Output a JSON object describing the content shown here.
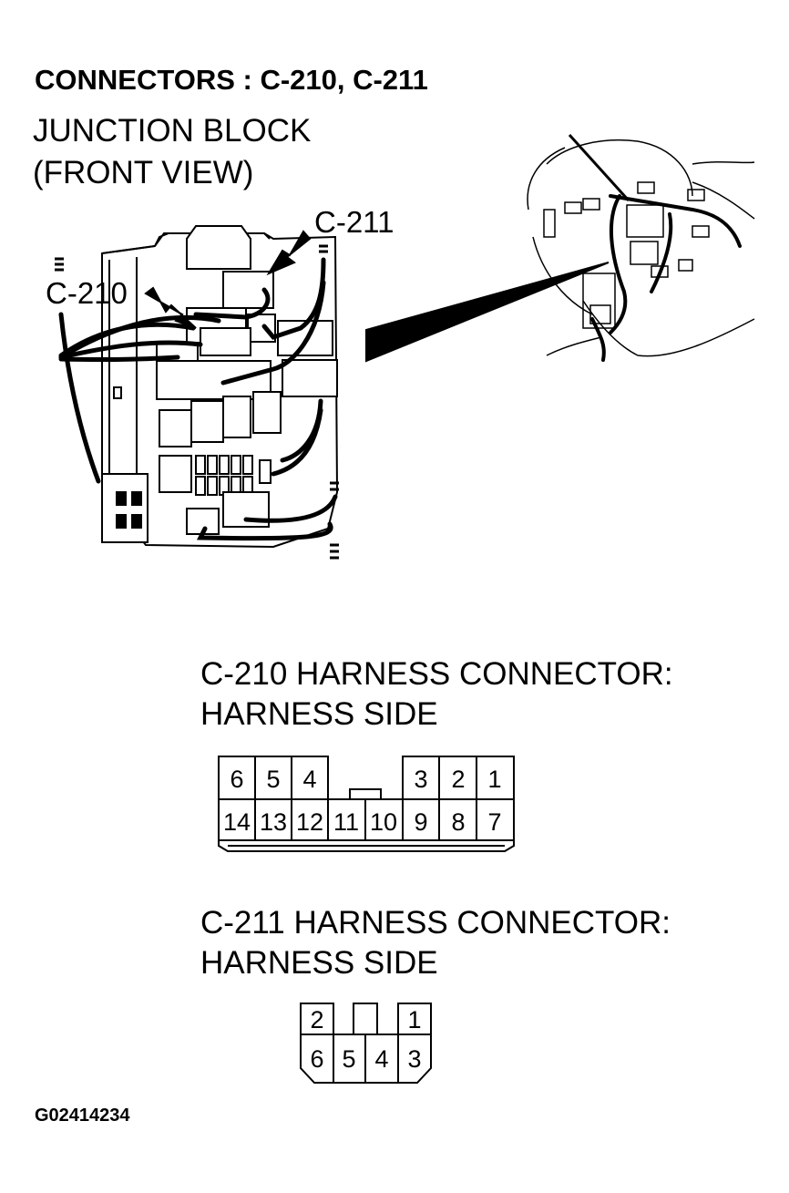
{
  "title": "CONNECTORS : C-210, C-211",
  "subtitle": {
    "line1": "JUNCTION BLOCK",
    "line2": "(FRONT VIEW)"
  },
  "callouts": {
    "c210": "C-210",
    "c211": "C-211"
  },
  "c210": {
    "heading_line1": "C-210 HARNESS CONNECTOR:",
    "heading_line2": "HARNESS SIDE",
    "top_pins": [
      "6",
      "5",
      "4",
      "3",
      "2",
      "1"
    ],
    "bottom_pins": [
      "14",
      "13",
      "12",
      "11",
      "10",
      "9",
      "8",
      "7"
    ]
  },
  "c211": {
    "heading_line1": "C-211 HARNESS CONNECTOR:",
    "heading_line2": "HARNESS SIDE",
    "top_pins": [
      "2",
      "1"
    ],
    "bottom_pins": [
      "6",
      "5",
      "4",
      "3"
    ]
  },
  "figure_code": "G02414234"
}
